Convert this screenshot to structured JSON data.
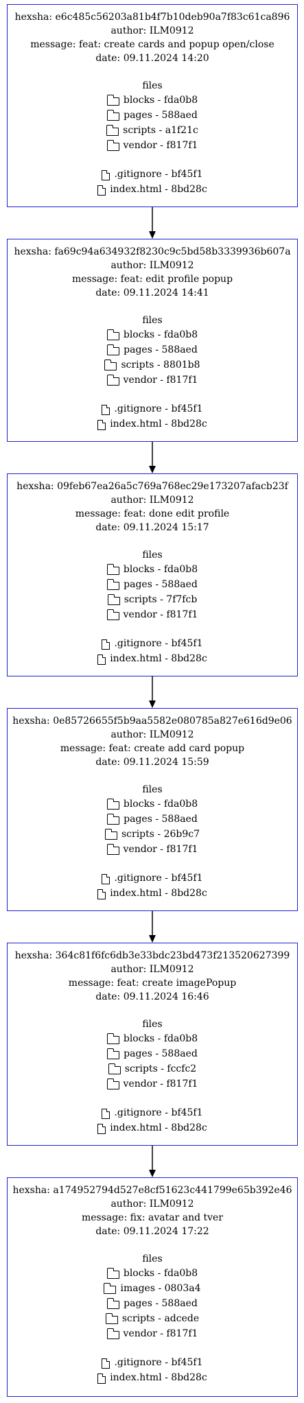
{
  "commits": [
    {
      "hexsha_line": "hexsha: e6c485c56203a81b4f7b10deb90a7f83c61ca896",
      "author_line": "author: ILM0912",
      "message_line": "message: feat: create cards and popup open/close",
      "date_line": "date: 09.11.2024 14:20",
      "files_heading": "files",
      "folders": [
        "blocks - fda0b8",
        "pages - 588aed",
        "scripts - a1f21c",
        "vendor - f817f1"
      ],
      "files": [
        ".gitignore - bf45f1",
        "index.html - 8bd28c"
      ]
    },
    {
      "hexsha_line": "hexsha: fa69c94a634932f8230c9c5bd58b3339936b607a",
      "author_line": "author: ILM0912",
      "message_line": "message: feat: edit profile popup",
      "date_line": "date: 09.11.2024 14:41",
      "files_heading": "files",
      "folders": [
        "blocks - fda0b8",
        "pages - 588aed",
        "scripts - 8801b8",
        "vendor - f817f1"
      ],
      "files": [
        ".gitignore - bf45f1",
        "index.html - 8bd28c"
      ]
    },
    {
      "hexsha_line": "hexsha: 09feb67ea26a5c769a768ec29e173207afacb23f",
      "author_line": "author: ILM0912",
      "message_line": "message: feat: done edit profile",
      "date_line": "date: 09.11.2024 15:17",
      "files_heading": "files",
      "folders": [
        "blocks - fda0b8",
        "pages - 588aed",
        "scripts - 7f7fcb",
        "vendor - f817f1"
      ],
      "files": [
        ".gitignore - bf45f1",
        "index.html - 8bd28c"
      ]
    },
    {
      "hexsha_line": "hexsha: 0e85726655f5b9aa5582e080785a827e616d9e06",
      "author_line": "author: ILM0912",
      "message_line": "message: feat: create add card popup",
      "date_line": "date: 09.11.2024 15:59",
      "files_heading": "files",
      "folders": [
        "blocks - fda0b8",
        "pages - 588aed",
        "scripts - 26b9c7",
        "vendor - f817f1"
      ],
      "files": [
        ".gitignore - bf45f1",
        "index.html - 8bd28c"
      ]
    },
    {
      "hexsha_line": "hexsha: 364c81f6fc6db3e33bdc23bd473f213520627399",
      "author_line": "author: ILM0912",
      "message_line": "message: feat: create imagePopup",
      "date_line": "date: 09.11.2024 16:46",
      "files_heading": "files",
      "folders": [
        "blocks - fda0b8",
        "pages - 588aed",
        "scripts - fccfc2",
        "vendor - f817f1"
      ],
      "files": [
        ".gitignore - bf45f1",
        "index.html - 8bd28c"
      ]
    },
    {
      "hexsha_line": "hexsha: a174952794d527e8cf51623c441799e65b392e46",
      "author_line": "author: ILM0912",
      "message_line": "message: fix: avatar and tver",
      "date_line": "date: 09.11.2024 17:22",
      "files_heading": "files",
      "folders": [
        "blocks - fda0b8",
        "images - 0803a4",
        "pages - 588aed",
        "scripts - adcede",
        "vendor - f817f1"
      ],
      "files": [
        ".gitignore - bf45f1",
        "index.html - 8bd28c"
      ]
    }
  ],
  "colors": {
    "node_border": "#1f1fd6",
    "edge": "#000000",
    "text": "#000000"
  },
  "icons": {
    "folder": "folder-icon",
    "file": "file-icon"
  }
}
